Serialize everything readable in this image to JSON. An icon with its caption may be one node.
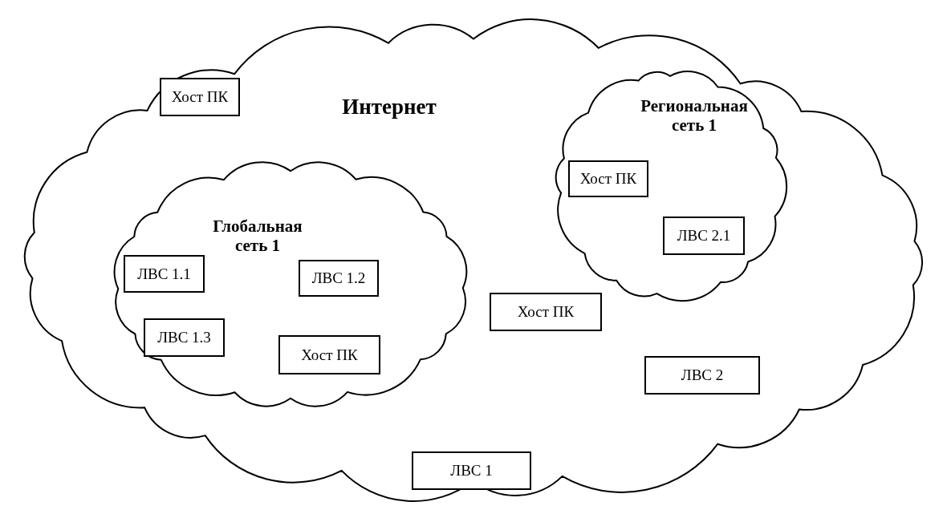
{
  "diagram": {
    "nodes": [
      {
        "text": [
          "Интернет"
        ]
      },
      {
        "text": [
          "Хост ПК"
        ],
        "in": 0
      },
      {
        "text": [
          "Региональная сеть 1"
        ],
        "in": 0
      },
      {
        "text": [
          "Хост ПК"
        ],
        "in": 2
      },
      {
        "text": [
          "ЛВС 2.1"
        ],
        "in": 2
      },
      {
        "text": [
          "Глобальная сеть 1"
        ],
        "in": 0
      },
      {
        "text": [
          "ЛВС 1.1"
        ],
        "in": 5
      },
      {
        "text": [
          "ЛВС 1.2"
        ],
        "in": 5
      },
      {
        "text": [
          "ЛВС 1.3"
        ],
        "in": 5
      },
      {
        "text": [
          "Хост ПК"
        ],
        "in": 5
      },
      {
        "text": [
          "Хост ПК"
        ],
        "in": 0
      },
      {
        "text": [
          "ЛВС 2"
        ],
        "in": 0
      },
      {
        "text": [
          "ЛВС 1"
        ],
        "in": 0
      }
    ]
  }
}
